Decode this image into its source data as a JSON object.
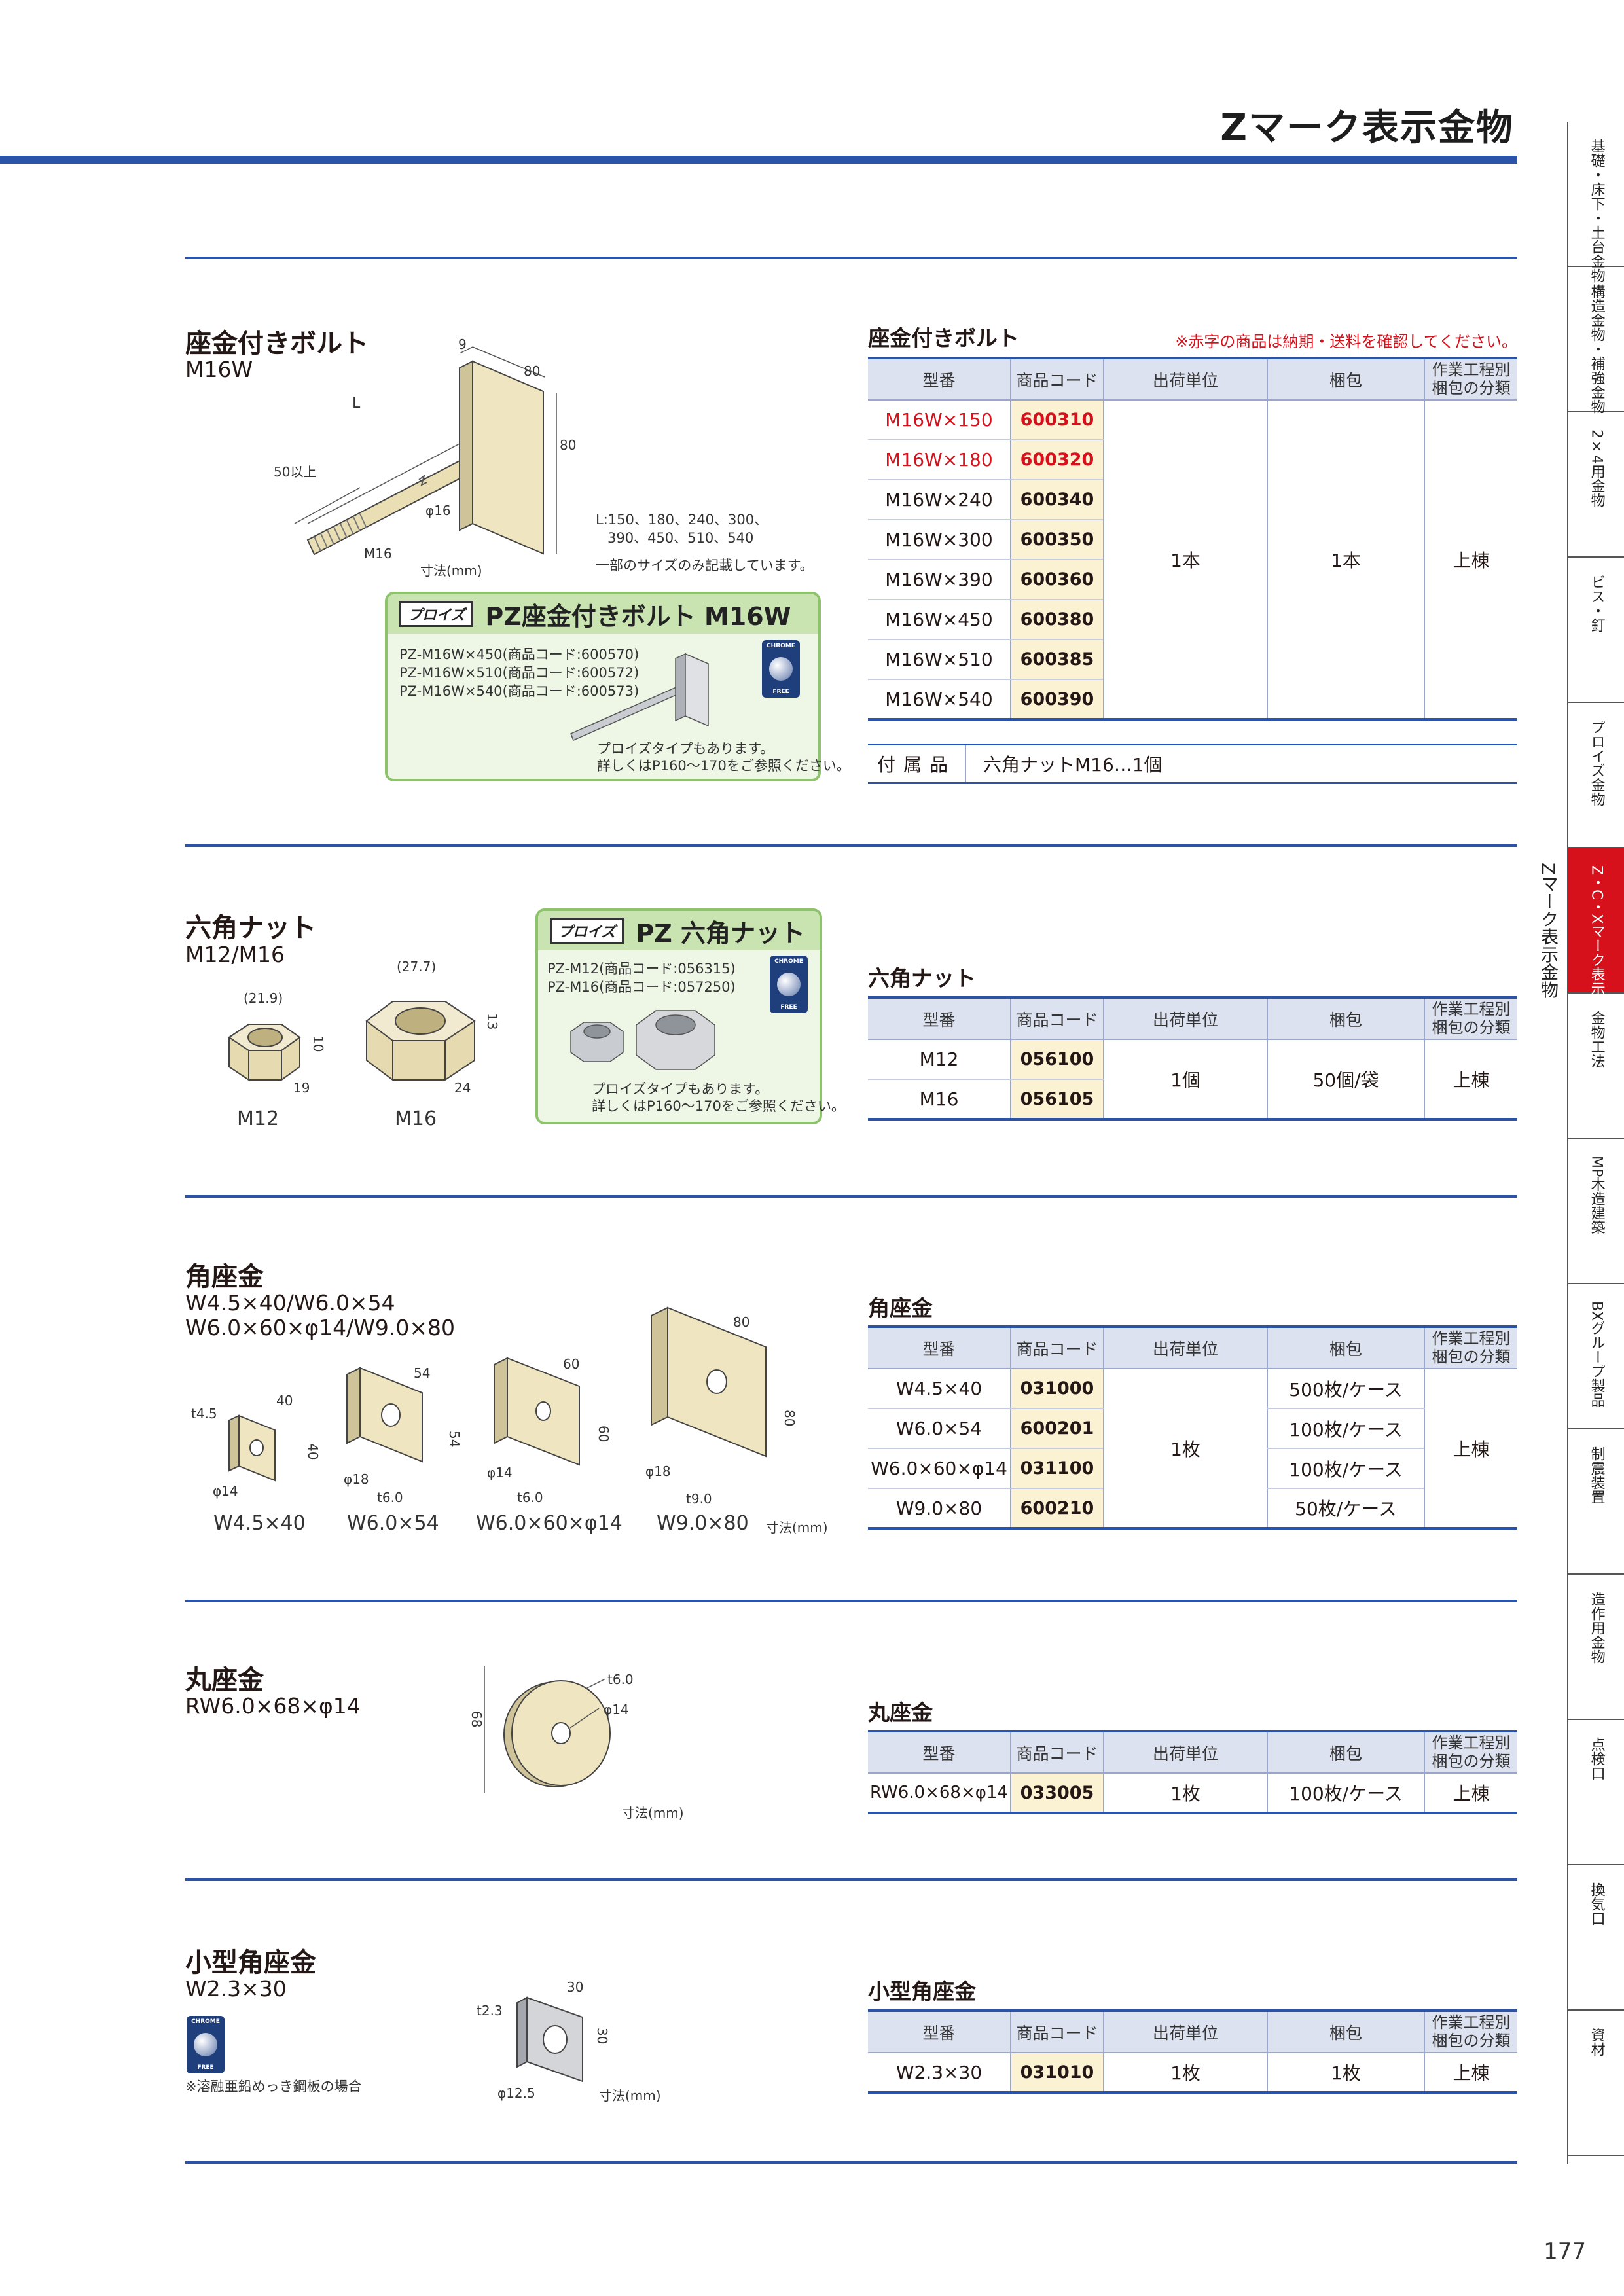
{
  "page": {
    "title": "Zマーク表示金物",
    "number": "177",
    "side_label": "Zマーク表示金物"
  },
  "tabs": [
    {
      "label": "基礎・床下・土台金物",
      "active": false
    },
    {
      "label": "構造金物・補強金物",
      "active": false
    },
    {
      "label": "2×4用金物",
      "active": false
    },
    {
      "label": "ビス・釘",
      "active": false
    },
    {
      "label": "プロイズ金物",
      "active": false
    },
    {
      "label": "Z・C・Xマーク表示金物",
      "active": true
    },
    {
      "label": "金物工法",
      "active": false
    },
    {
      "label": "MP木造建築",
      "active": false
    },
    {
      "label": "BXグループ製品",
      "active": false
    },
    {
      "label": "制震装置",
      "active": false
    },
    {
      "label": "造作用金物",
      "active": false
    },
    {
      "label": "点検口",
      "active": false
    },
    {
      "label": "換気口",
      "active": false
    },
    {
      "label": "資材",
      "active": false
    }
  ],
  "columns": {
    "model": "型番",
    "code": "商品コード",
    "unit": "出荷単位",
    "pack": "梱包",
    "category": "作業工程別梱包の分類"
  },
  "bolt": {
    "name": "座金付きボルト",
    "sub": "M16W",
    "table_title": "座金付きボルト",
    "note": "※赤字の商品は納期・送料を確認してください。",
    "rows": [
      {
        "model": "M16W×150",
        "code": "600310",
        "red": true
      },
      {
        "model": "M16W×180",
        "code": "600320",
        "red": true
      },
      {
        "model": "M16W×240",
        "code": "600340",
        "red": false
      },
      {
        "model": "M16W×300",
        "code": "600350",
        "red": false
      },
      {
        "model": "M16W×390",
        "code": "600360",
        "red": false
      },
      {
        "model": "M16W×450",
        "code": "600380",
        "red": false
      },
      {
        "model": "M16W×510",
        "code": "600385",
        "red": false
      },
      {
        "model": "M16W×540",
        "code": "600390",
        "red": false
      }
    ],
    "unit": "1本",
    "pack": "1本",
    "category": "上棟",
    "accessory_label": "付属品",
    "accessory_text": "六角ナットM16…1個",
    "dims": {
      "w": "9",
      "depth": "80",
      "h": "80",
      "l": "L",
      "thread": "50以上",
      "dia": "φ16",
      "m": "M16",
      "unit": "寸法(mm)"
    },
    "length_note_1": "L:150、180、240、300、",
    "length_note_2": "390、450、510、540",
    "length_note_3": "一部のサイズのみ記載しています。",
    "pz": {
      "logo": "プロイズ",
      "title": "PZ座金付きボルト M16W",
      "items": [
        "PZ-M16W×450(商品コード:600570)",
        "PZ-M16W×510(商品コード:600572)",
        "PZ-M16W×540(商品コード:600573)"
      ],
      "note_1": "プロイズタイプもあります。",
      "note_2": "詳しくはP160～170をご参照ください。",
      "badge_top": "CHROME",
      "badge_bottom": "FREE"
    }
  },
  "nut": {
    "name": "六角ナット",
    "sub": "M12/M16",
    "table_title": "六角ナット",
    "rows": [
      {
        "model": "M12",
        "code": "056100"
      },
      {
        "model": "M16",
        "code": "056105"
      }
    ],
    "unit": "1個",
    "pack": "50個/袋",
    "category": "上棟",
    "labels": {
      "m12": "M12",
      "m16": "M16"
    },
    "dims": {
      "m12_w": "(21.9)",
      "m12_h": "10",
      "m12_s": "19",
      "m16_w": "(27.7)",
      "m16_h": "13",
      "m16_s": "24"
    },
    "pz": {
      "logo": "プロイズ",
      "title": "PZ 六角ナット",
      "items": [
        "PZ-M12(商品コード:056315)",
        "PZ-M16(商品コード:057250)"
      ],
      "note_1": "プロイズタイプもあります。",
      "note_2": "詳しくはP160～170をご参照ください。",
      "badge_top": "CHROME",
      "badge_bottom": "FREE"
    }
  },
  "square_washer": {
    "name": "角座金",
    "sub_1": "W4.5×40/W6.0×54",
    "sub_2": "W6.0×60×φ14/W9.0×80",
    "table_title": "角座金",
    "rows": [
      {
        "model": "W4.5×40",
        "code": "031000",
        "pack": "500枚/ケース"
      },
      {
        "model": "W6.0×54",
        "code": "600201",
        "pack": "100枚/ケース"
      },
      {
        "model": "W6.0×60×φ14",
        "code": "031100",
        "pack": "100枚/ケース"
      },
      {
        "model": "W9.0×80",
        "code": "600210",
        "pack": "50枚/ケース"
      }
    ],
    "unit": "1枚",
    "category": "上棟",
    "labels": [
      "W4.5×40",
      "W6.0×54",
      "W6.0×60×φ14",
      "W9.0×80"
    ],
    "dims": {
      "a_t": "t4.5",
      "a_w": "40",
      "a_h": "40",
      "a_d": "φ14",
      "b_w": "54",
      "b_h": "54",
      "b_d": "φ18",
      "b_t": "t6.0",
      "c_w": "60",
      "c_h": "60",
      "c_d": "φ14",
      "c_t": "t6.0",
      "d_w": "80",
      "d_h": "80",
      "d_d": "φ18",
      "d_t": "t9.0",
      "unit": "寸法(mm)"
    }
  },
  "round_washer": {
    "name": "丸座金",
    "sub": "RW6.0×68×φ14",
    "table_title": "丸座金",
    "rows": [
      {
        "model": "RW6.0×68×φ14",
        "code": "033005"
      }
    ],
    "unit": "1枚",
    "pack": "100枚/ケース",
    "category": "上棟",
    "dims": {
      "t": "t6.0",
      "d": "φ14",
      "dia": "68",
      "unit": "寸法(mm)"
    }
  },
  "small_washer": {
    "name": "小型角座金",
    "sub": "W2.3×30",
    "table_title": "小型角座金",
    "rows": [
      {
        "model": "W2.3×30",
        "code": "031010"
      }
    ],
    "unit": "1枚",
    "pack": "1枚",
    "category": "上棟",
    "note": "※溶融亜鉛めっき鋼板の場合",
    "badge_top": "CHROME",
    "badge_bottom": "FREE",
    "dims": {
      "t": "t2.3",
      "w": "30",
      "h": "30",
      "d": "φ12.5",
      "unit": "寸法(mm)"
    }
  },
  "colors": {
    "accent_blue": "#2b53a8",
    "header_fill": "#dde2f1",
    "code_fill": "#fbf2d4",
    "red": "#d7111b",
    "pz_green": "#8cc36b",
    "metal_beige": "#efe6c1"
  }
}
